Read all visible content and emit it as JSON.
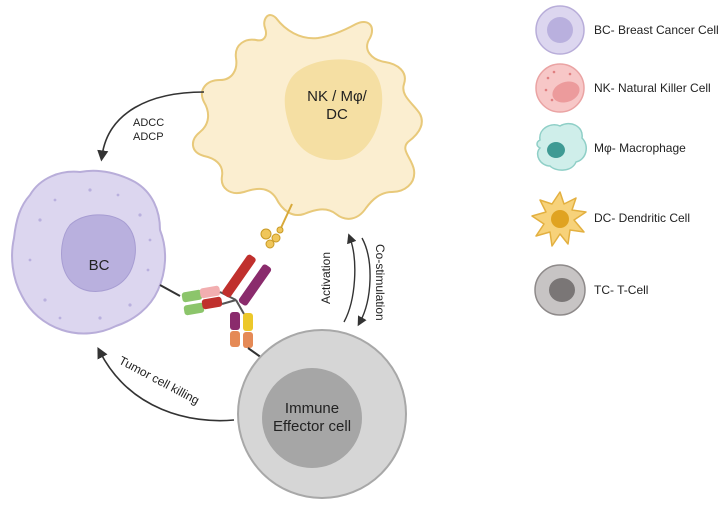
{
  "cells": {
    "nk_label_line1": "NK / Mφ/",
    "nk_label_line2": "DC",
    "bc_label": "BC",
    "immune_label_line1": "Immune",
    "immune_label_line2": "Effector cell"
  },
  "arrows": {
    "adcc": "ADCC",
    "adcp": "ADCP",
    "tumor_killing": "Tumor cell killing",
    "activation": "Activation",
    "costimulation": "Co-stimulation"
  },
  "legend": [
    {
      "label": "BC- Breast Cancer Cell",
      "icon": "breast-cancer-cell-icon"
    },
    {
      "label": "NK- Natural Killer Cell",
      "icon": "nk-cell-icon"
    },
    {
      "label": "Mφ- Macrophage",
      "icon": "macrophage-icon"
    },
    {
      "label": "DC- Dendritic Cell",
      "icon": "dendritic-cell-icon"
    },
    {
      "label": "TC- T-Cell",
      "icon": "t-cell-icon"
    }
  ],
  "colors": {
    "bc_fill": "#dcd6ef",
    "bc_nucleus": "#b9b0de",
    "nk_fill": "#fbeed0",
    "nk_nucleus": "#f5dfa3",
    "immune_fill": "#d6d6d6",
    "immune_nucleus": "#a6a6a6",
    "arrow": "#333333"
  }
}
